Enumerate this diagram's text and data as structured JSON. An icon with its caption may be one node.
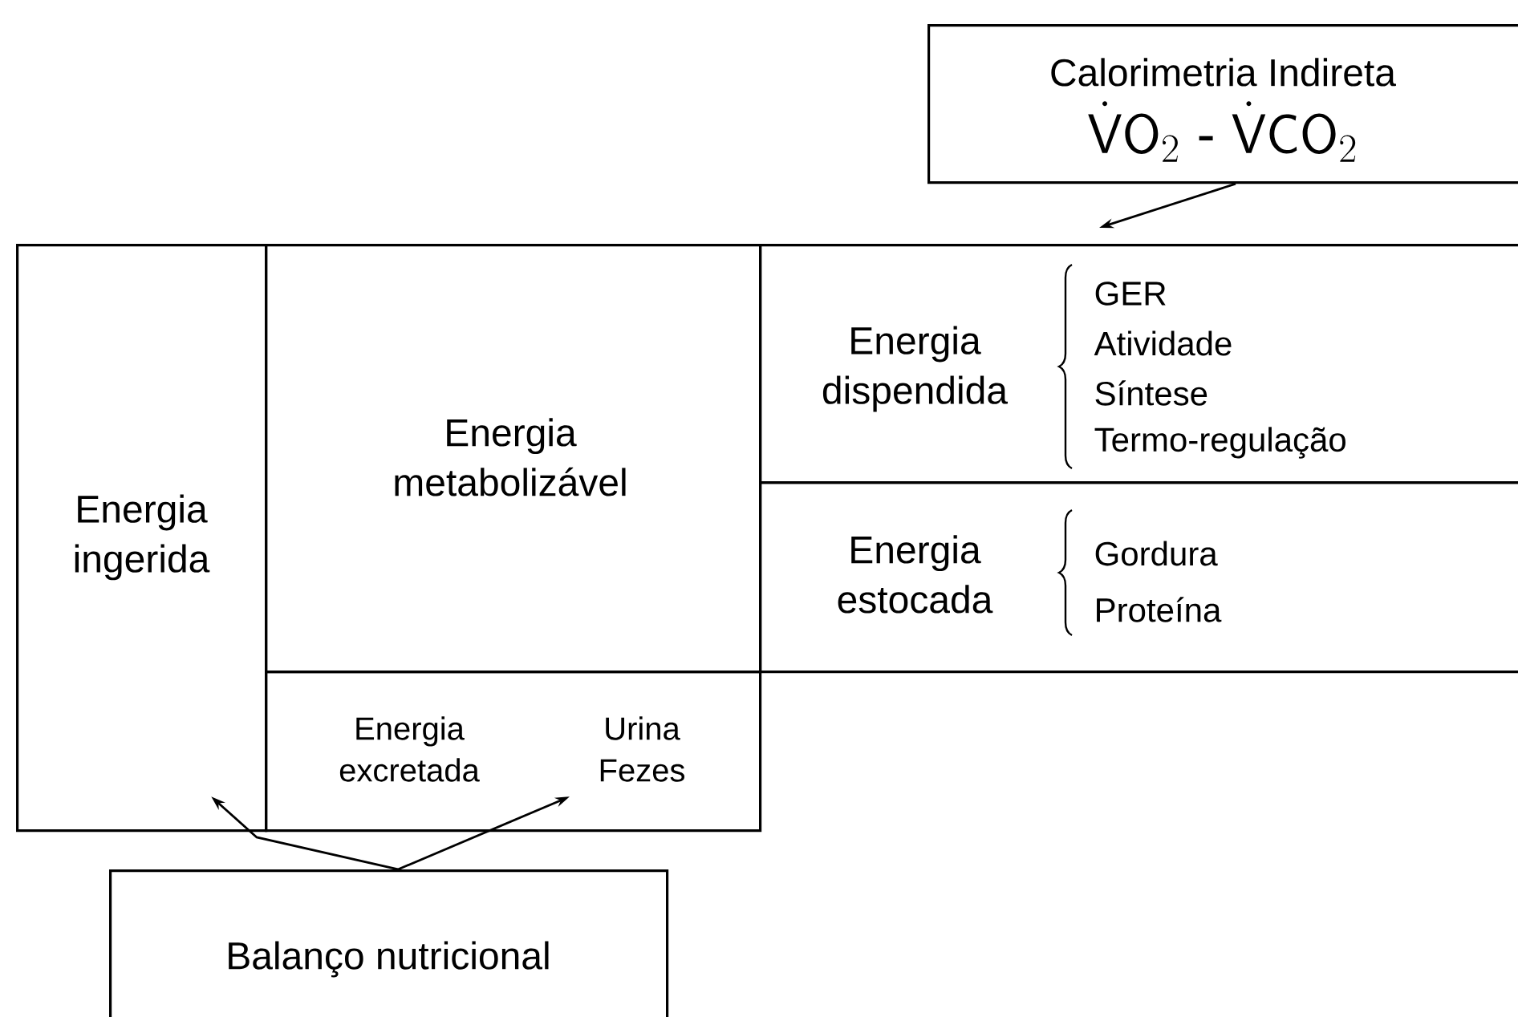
{
  "diagram": {
    "nodes": [
      {
        "text": [
          "Calorimetria Indireta",
          "\\dot{\\mathsf{V}}\\mathsf{O}_{2}\\;\\text{-}\\;\\dot{\\mathsf{V}}\\mathsf{CO}_{2}"
        ]
      },
      {
        "text": [
          "Energia ingerida"
        ]
      },
      {
        "text": [
          "Energia metabolizável"
        ]
      },
      {
        "text": [
          "Energia dispendida",
          "GER",
          "Atividade",
          "Síntese",
          "Termo-regulação"
        ]
      },
      {
        "text": [
          "Energia estocada",
          "Gordura",
          "Proteína"
        ]
      },
      {
        "text": [
          "Energia excretada",
          "Urina Fezes"
        ]
      },
      {
        "text": [
          "Balanço nutricional"
        ]
      }
    ],
    "edges": [
      {
        "from": 0,
        "to": 3,
        "arrow": "to"
      },
      {
        "from": 6,
        "to": 1,
        "arrow": "to"
      },
      {
        "from": 6,
        "to": 5,
        "arrow": "to"
      }
    ]
  }
}
